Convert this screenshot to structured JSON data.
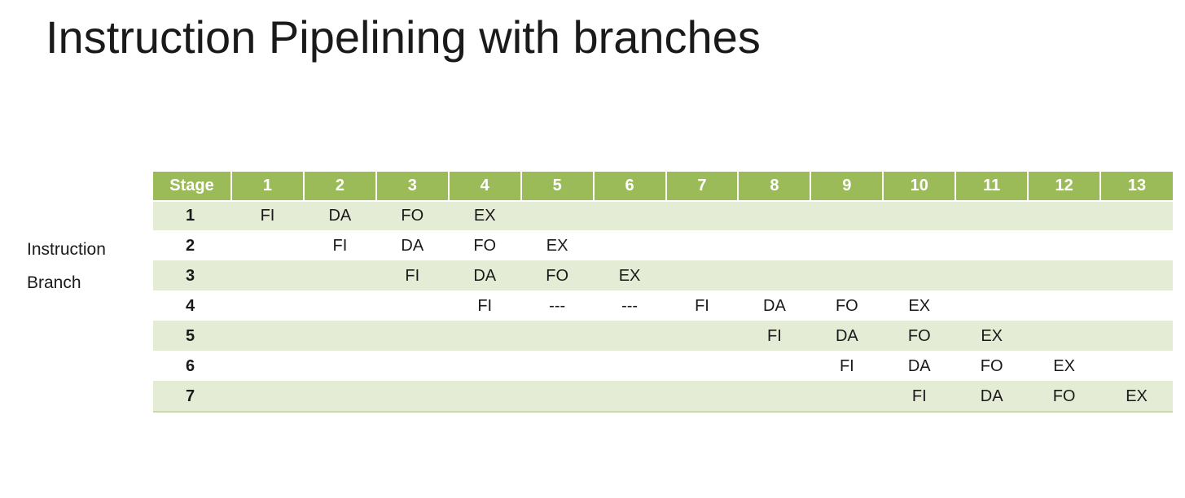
{
  "title": "Instruction Pipelining with branches",
  "side_labels": {
    "line1": "Instruction",
    "line2": "Branch"
  },
  "table": {
    "header": [
      "Stage",
      "1",
      "2",
      "3",
      "4",
      "5",
      "6",
      "7",
      "8",
      "9",
      "10",
      "11",
      "12",
      "13"
    ],
    "rows": [
      {
        "stage": "1",
        "cells": [
          "FI",
          "DA",
          "FO",
          "EX",
          "",
          "",
          "",
          "",
          "",
          "",
          "",
          "",
          ""
        ]
      },
      {
        "stage": "2",
        "cells": [
          "",
          "FI",
          "DA",
          "FO",
          "EX",
          "",
          "",
          "",
          "",
          "",
          "",
          "",
          ""
        ]
      },
      {
        "stage": "3",
        "cells": [
          "",
          "",
          "FI",
          "DA",
          "FO",
          "EX",
          "",
          "",
          "",
          "",
          "",
          "",
          ""
        ]
      },
      {
        "stage": "4",
        "cells": [
          "",
          "",
          "",
          "FI",
          "---",
          "---",
          "FI",
          "DA",
          "FO",
          "EX",
          "",
          "",
          ""
        ]
      },
      {
        "stage": "5",
        "cells": [
          "",
          "",
          "",
          "",
          "",
          "",
          "",
          "FI",
          "DA",
          "FO",
          "EX",
          "",
          ""
        ]
      },
      {
        "stage": "6",
        "cells": [
          "",
          "",
          "",
          "",
          "",
          "",
          "",
          "",
          "FI",
          "DA",
          "FO",
          "EX",
          ""
        ]
      },
      {
        "stage": "7",
        "cells": [
          "",
          "",
          "",
          "",
          "",
          "",
          "",
          "",
          "",
          "FI",
          "DA",
          "FO",
          "EX"
        ]
      }
    ]
  },
  "colors": {
    "header_bg": "#9bbb59",
    "band_bg": "#e4ecd6",
    "row_bg": "#ffffff"
  }
}
